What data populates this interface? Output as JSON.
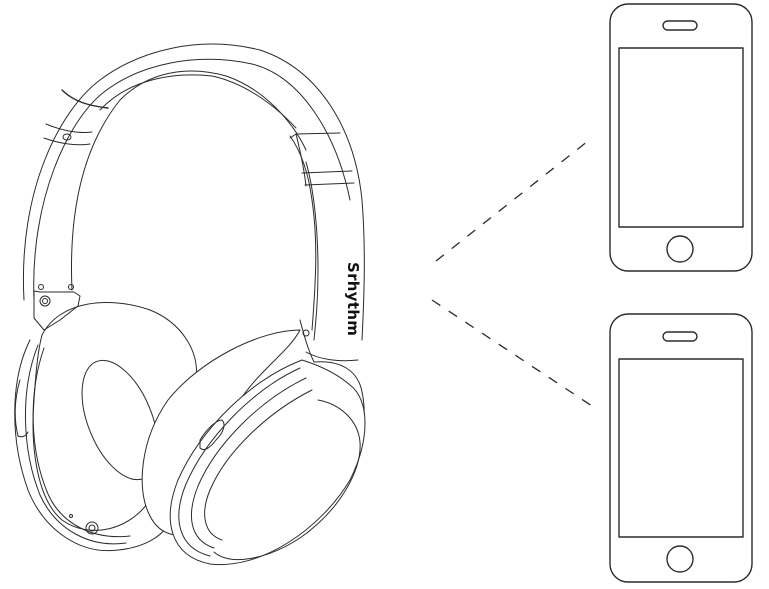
{
  "diagram": {
    "description": "Headphones connected wirelessly to two smartphones",
    "headphones": {
      "brand_text": "Srhythm"
    },
    "connections": [
      {
        "from": "headphones",
        "to": "phone-top",
        "style": "dashed"
      },
      {
        "from": "headphones",
        "to": "phone-bottom",
        "style": "dashed"
      }
    ],
    "devices": [
      {
        "id": "phone-top",
        "type": "smartphone"
      },
      {
        "id": "phone-bottom",
        "type": "smartphone"
      }
    ],
    "colors": {
      "line": "#2b2b2b",
      "background": "#ffffff"
    }
  }
}
